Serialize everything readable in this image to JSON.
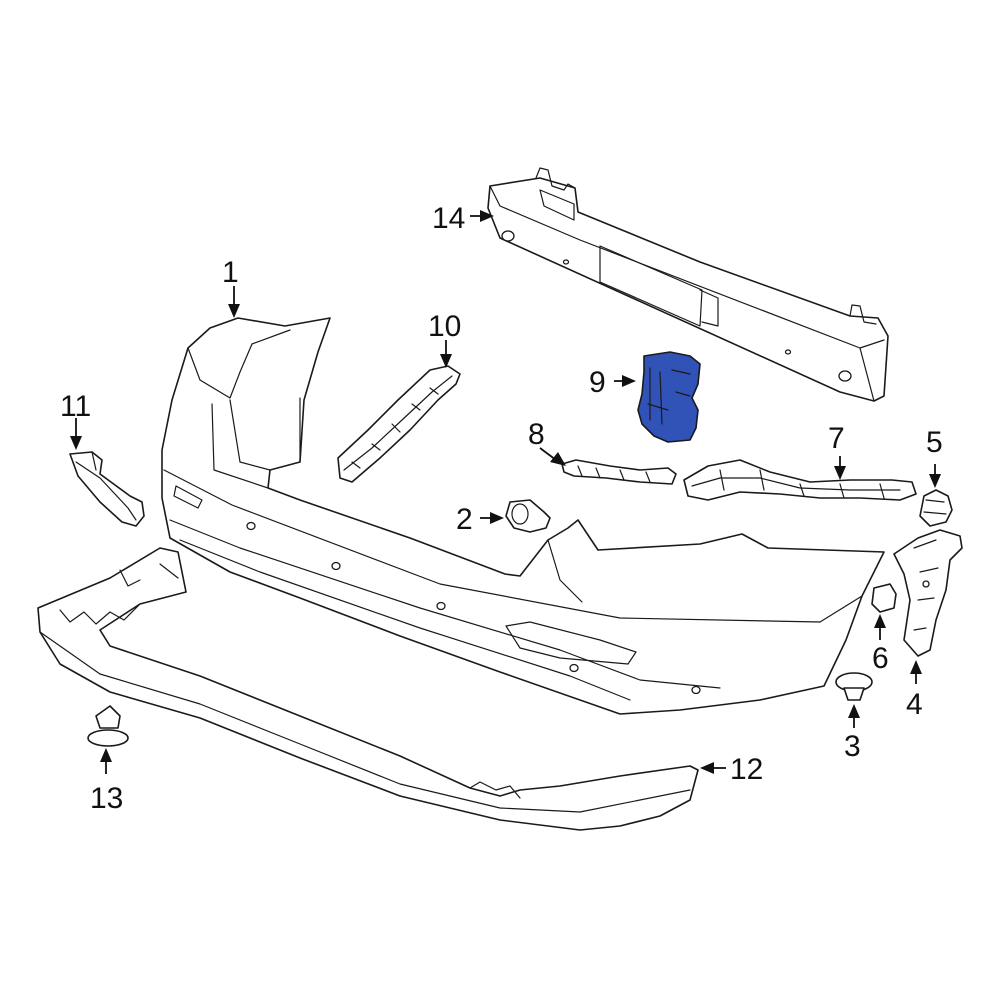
{
  "diagram": {
    "highlight_color": "#3153b8",
    "highlighted_part": "9",
    "callouts": {
      "c1": "1",
      "c2": "2",
      "c3": "3",
      "c4": "4",
      "c5": "5",
      "c6": "6",
      "c7": "7",
      "c8": "8",
      "c9": "9",
      "c10": "10",
      "c11": "11",
      "c12": "12",
      "c13": "13",
      "c14": "14"
    }
  }
}
